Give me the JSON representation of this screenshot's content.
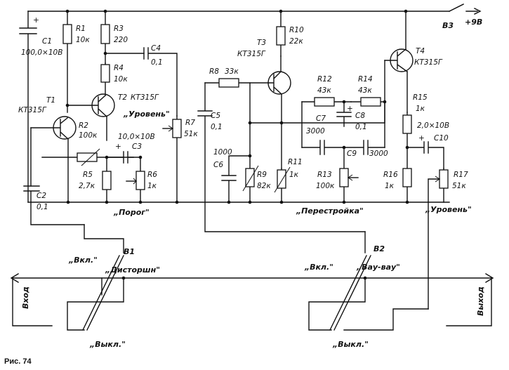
{
  "supply_label": "+9В",
  "switch_b3": "В3",
  "figure_caption": "Рис.  74",
  "components": {
    "c1": {
      "name": "C1",
      "value": "100,0×10В"
    },
    "r1": {
      "name": "R1",
      "value": "10к"
    },
    "r3": {
      "name": "R3",
      "value": "220"
    },
    "c4": {
      "name": "C4",
      "value": "0,1"
    },
    "r4": {
      "name": "R4",
      "value": "10к"
    },
    "t1": {
      "name": "T1",
      "value": "КТ315Г"
    },
    "t2": {
      "name": "T2",
      "value": "КТ315Г"
    },
    "r2": {
      "name": "R2",
      "value": "100к"
    },
    "c3": {
      "name": "C3",
      "value": "10,0×10В"
    },
    "r5": {
      "name": "R5",
      "value": "2,7к"
    },
    "r6": {
      "name": "R6",
      "value": "1к"
    },
    "r7": {
      "name": "R7",
      "value": "51к"
    },
    "c2": {
      "name": "C2",
      "value": "0,1"
    },
    "r8": {
      "name": "R8",
      "value": "33к"
    },
    "c5": {
      "name": "C5",
      "value": "0,1"
    },
    "c6": {
      "name": "C6",
      "value": "1000"
    },
    "r9": {
      "name": "R9",
      "value": "82к"
    },
    "t3": {
      "name": "T3",
      "value": "КТ315Г"
    },
    "r10": {
      "name": "R10",
      "value": "22к"
    },
    "r11": {
      "name": "R11",
      "value": "1к"
    },
    "r12": {
      "name": "R12",
      "value": "43к"
    },
    "r14": {
      "name": "R14",
      "value": "43к"
    },
    "c7": {
      "name": "C7",
      "value": "3000"
    },
    "c8": {
      "name": "C8",
      "value": "0,1"
    },
    "c9": {
      "name": "C9",
      "value": "3000"
    },
    "r13": {
      "name": "R13",
      "value": "100к"
    },
    "t4": {
      "name": "T4",
      "value": "КТ315Г"
    },
    "r15": {
      "name": "R15",
      "value": "1к"
    },
    "c10": {
      "name": "C10",
      "value": "2,0×10В"
    },
    "r16": {
      "name": "R16",
      "value": "1к"
    },
    "r17": {
      "name": "R17",
      "value": "51к"
    }
  },
  "controls": {
    "level1": "„Уровень\"",
    "threshold": "„Порог\"",
    "tuning": "„Перестройка\"",
    "level2": "„Уровень\""
  },
  "switches": {
    "b1": {
      "name": "В1",
      "on": "„Вкл.\"",
      "off": "„Выкл.\"",
      "mode": "„Дисторшн\""
    },
    "b2": {
      "name": "В2",
      "on": "„Вкл.\"",
      "off": "„Выкл.\"",
      "mode": "„Вау-вау\""
    }
  },
  "io": {
    "input": "Вход",
    "output": "Выход"
  }
}
